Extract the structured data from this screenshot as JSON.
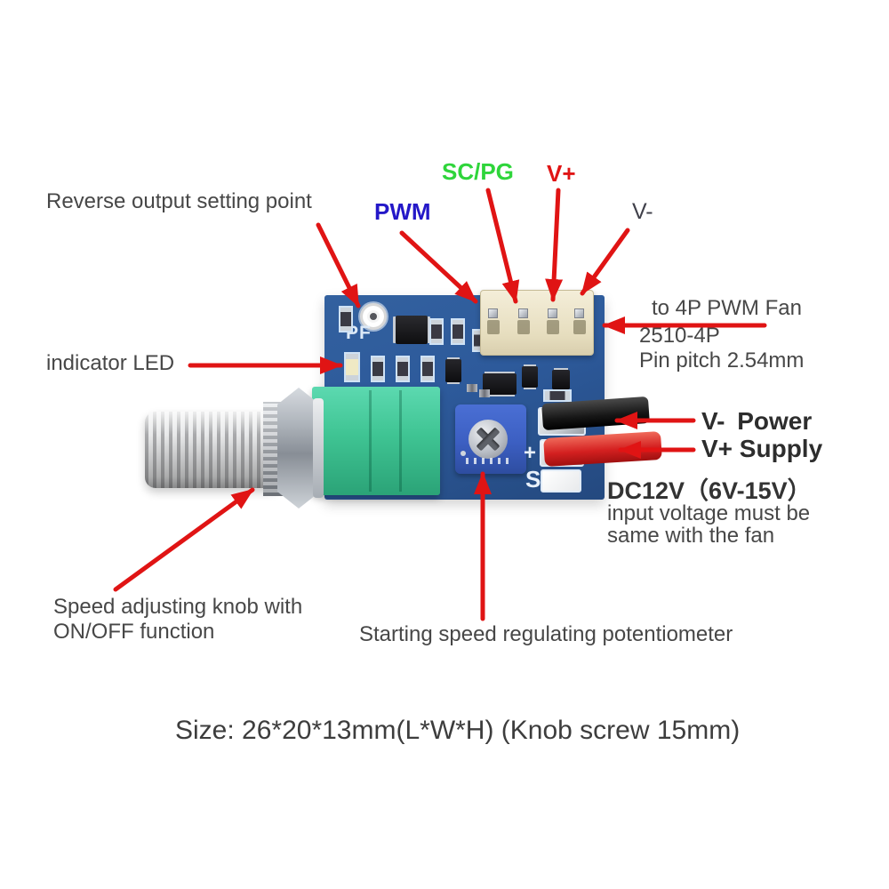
{
  "pin_labels": {
    "pwm": "PWM",
    "sc_pg": "SC/PG",
    "v_plus": "V+",
    "v_minus": "V-"
  },
  "callouts": {
    "reverse_output": "Reverse output setting point",
    "indicator_led": "indicator LED",
    "to_fan": "to 4P PWM Fan",
    "connector_model": "2510-4P",
    "pin_pitch": "Pin pitch 2.54mm",
    "power_negative": "V-  Power",
    "power_positive": "V+ Supply",
    "dc_rating": "DC12V（6V-15V）",
    "input_voltage_line1": "input voltage must be",
    "input_voltage_line2": "same with the fan",
    "speed_knob_line1": "Speed adjusting knob with",
    "speed_knob_line2": "ON/OFF function",
    "starting_speed": "Starting speed regulating potentiometer"
  },
  "board_silkscreen": {
    "pf": "PF",
    "plus": "+",
    "s": "S"
  },
  "footer": {
    "size_note": "Size: 26*20*13mm(L*W*H) (Knob screw 15mm)"
  },
  "colors": {
    "arrow_red": "#e01414",
    "label_gray": "#474747",
    "pwm_blue": "#2418c8",
    "scpg_green": "#2fd53b",
    "vplus_red": "#e01414",
    "vminus_gray": "#40404a",
    "pcb_blue": "#2d5a9b",
    "pot_green": "#3fc493",
    "trimmer_blue": "#3c5fc2",
    "connector_cream": "#eee6cc",
    "wire_black": "#1c1c1c",
    "wire_red": "#d42020"
  }
}
